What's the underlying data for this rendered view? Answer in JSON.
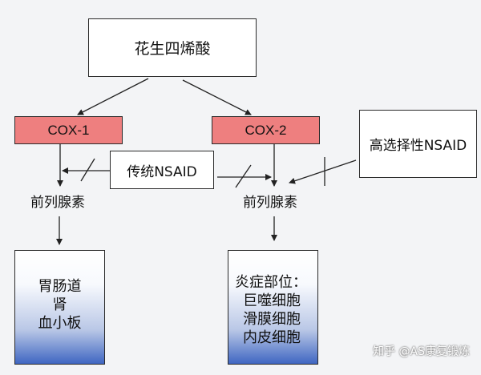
{
  "nodes": {
    "arachidonic_acid": "花生四烯酸",
    "cox1": "COX-1",
    "cox2": "COX-2",
    "traditional_nsaid": "传统NSAID",
    "selective_nsaid": "高选择性NSAID",
    "prostaglandin_left": "前列腺素",
    "prostaglandin_right": "前列腺素",
    "targets_left": [
      "胃肠道",
      "肾",
      "血小板"
    ],
    "targets_right": [
      "炎症部位：",
      "巨噬细胞",
      "滑膜细胞",
      "内皮细胞"
    ]
  },
  "watermark": "知乎 @AS康复锻炼",
  "colors": {
    "cox_fill": "#ee7f7f",
    "gradient_bottom": "#3f66c2",
    "background": "#f3f4f6"
  }
}
